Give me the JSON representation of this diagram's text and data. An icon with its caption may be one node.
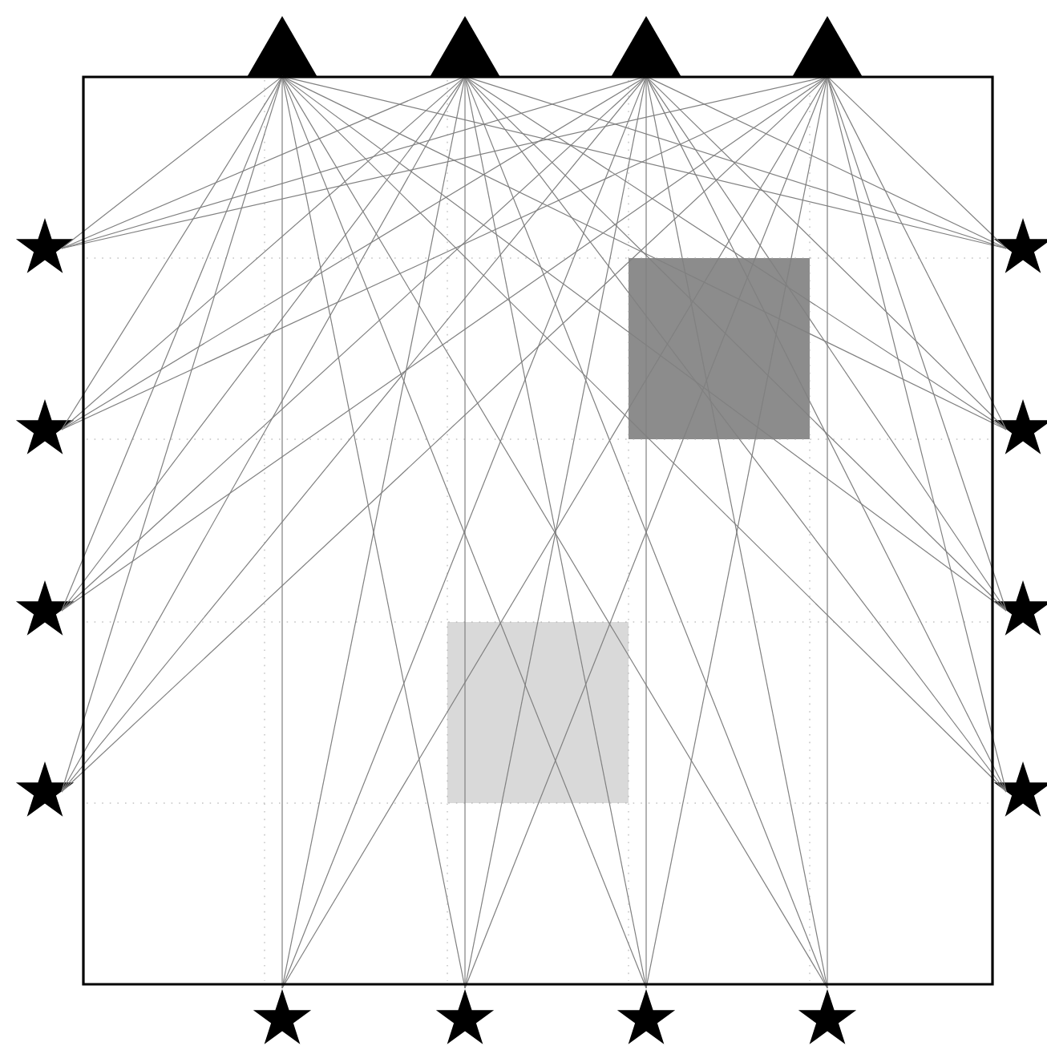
{
  "diagram": {
    "nodes": [
      {
        "text": [],
        "shape": "triangle"
      },
      {
        "text": [],
        "shape": "triangle"
      },
      {
        "text": [],
        "shape": "triangle"
      },
      {
        "text": [],
        "shape": "triangle"
      },
      {
        "text": [],
        "shape": "star"
      },
      {
        "text": [],
        "shape": "star"
      },
      {
        "text": [],
        "shape": "star"
      },
      {
        "text": [],
        "shape": "star"
      },
      {
        "text": [],
        "shape": "star"
      },
      {
        "text": [],
        "shape": "star"
      },
      {
        "text": [],
        "shape": "star"
      },
      {
        "text": [],
        "shape": "star"
      },
      {
        "text": [],
        "shape": "star"
      },
      {
        "text": [],
        "shape": "star"
      },
      {
        "text": [],
        "shape": "star"
      },
      {
        "text": [],
        "shape": "star"
      }
    ],
    "edges": [
      {
        "from": 0,
        "to": 4,
        "arrow": "none"
      },
      {
        "from": 0,
        "to": 5,
        "arrow": "none"
      },
      {
        "from": 0,
        "to": 6,
        "arrow": "none"
      },
      {
        "from": 0,
        "to": 7,
        "arrow": "none"
      },
      {
        "from": 0,
        "to": 8,
        "arrow": "none"
      },
      {
        "from": 0,
        "to": 9,
        "arrow": "none"
      },
      {
        "from": 0,
        "to": 10,
        "arrow": "none"
      },
      {
        "from": 0,
        "to": 11,
        "arrow": "none"
      },
      {
        "from": 0,
        "to": 12,
        "arrow": "none"
      },
      {
        "from": 0,
        "to": 13,
        "arrow": "none"
      },
      {
        "from": 0,
        "to": 14,
        "arrow": "none"
      },
      {
        "from": 0,
        "to": 15,
        "arrow": "none"
      },
      {
        "from": 1,
        "to": 4,
        "arrow": "none"
      },
      {
        "from": 1,
        "to": 5,
        "arrow": "none"
      },
      {
        "from": 1,
        "to": 6,
        "arrow": "none"
      },
      {
        "from": 1,
        "to": 7,
        "arrow": "none"
      },
      {
        "from": 1,
        "to": 8,
        "arrow": "none"
      },
      {
        "from": 1,
        "to": 9,
        "arrow": "none"
      },
      {
        "from": 1,
        "to": 10,
        "arrow": "none"
      },
      {
        "from": 1,
        "to": 11,
        "arrow": "none"
      },
      {
        "from": 1,
        "to": 12,
        "arrow": "none"
      },
      {
        "from": 1,
        "to": 13,
        "arrow": "none"
      },
      {
        "from": 1,
        "to": 14,
        "arrow": "none"
      },
      {
        "from": 1,
        "to": 15,
        "arrow": "none"
      },
      {
        "from": 2,
        "to": 4,
        "arrow": "none"
      },
      {
        "from": 2,
        "to": 5,
        "arrow": "none"
      },
      {
        "from": 2,
        "to": 6,
        "arrow": "none"
      },
      {
        "from": 2,
        "to": 7,
        "arrow": "none"
      },
      {
        "from": 2,
        "to": 8,
        "arrow": "none"
      },
      {
        "from": 2,
        "to": 9,
        "arrow": "none"
      },
      {
        "from": 2,
        "to": 10,
        "arrow": "none"
      },
      {
        "from": 2,
        "to": 11,
        "arrow": "none"
      },
      {
        "from": 2,
        "to": 12,
        "arrow": "none"
      },
      {
        "from": 2,
        "to": 13,
        "arrow": "none"
      },
      {
        "from": 2,
        "to": 14,
        "arrow": "none"
      },
      {
        "from": 2,
        "to": 15,
        "arrow": "none"
      },
      {
        "from": 3,
        "to": 4,
        "arrow": "none"
      },
      {
        "from": 3,
        "to": 5,
        "arrow": "none"
      },
      {
        "from": 3,
        "to": 6,
        "arrow": "none"
      },
      {
        "from": 3,
        "to": 7,
        "arrow": "none"
      },
      {
        "from": 3,
        "to": 8,
        "arrow": "none"
      },
      {
        "from": 3,
        "to": 9,
        "arrow": "none"
      },
      {
        "from": 3,
        "to": 10,
        "arrow": "none"
      },
      {
        "from": 3,
        "to": 11,
        "arrow": "none"
      },
      {
        "from": 3,
        "to": 12,
        "arrow": "none"
      },
      {
        "from": 3,
        "to": 13,
        "arrow": "none"
      },
      {
        "from": 3,
        "to": 14,
        "arrow": "none"
      },
      {
        "from": 3,
        "to": 15,
        "arrow": "none"
      }
    ]
  }
}
